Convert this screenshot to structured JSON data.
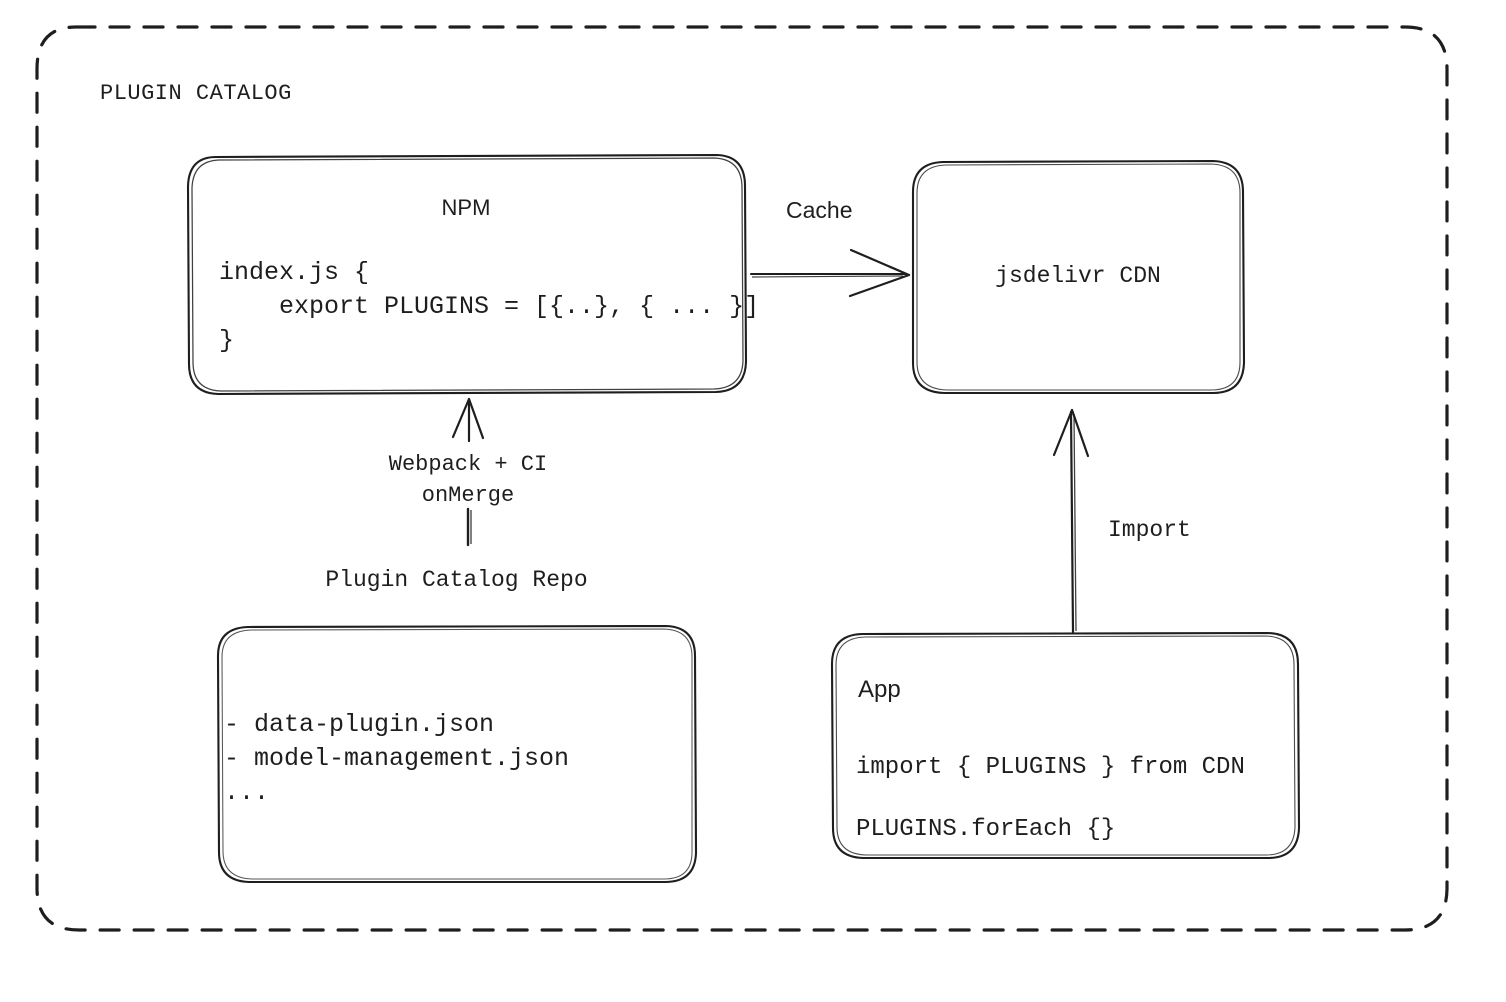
{
  "diagram": {
    "type": "architecture-flow",
    "style": "hand-drawn-sketch",
    "background": "#ffffff",
    "stroke": "#1e1e1e",
    "frame": {
      "label": "PLUGIN CATALOG",
      "border_style": "dashed",
      "name": "plugin-catalog-frame"
    },
    "nodes": [
      {
        "id": "npm",
        "title": "NPM",
        "title_font": "sans",
        "body_lines": [
          "index.js {",
          "    export PLUGINS = [{..}, { ... }]",
          "}"
        ],
        "shape": "rounded-rect"
      },
      {
        "id": "cdn",
        "title": "jsdelivr CDN",
        "title_font": "mono",
        "body_lines": [],
        "shape": "rounded-rect"
      },
      {
        "id": "repo",
        "title": "Plugin Catalog Repo",
        "title_position": "above-outside",
        "title_font": "mono",
        "body_lines": [
          "- data-plugin.json",
          "- model-management.json",
          "..."
        ],
        "shape": "rounded-rect"
      },
      {
        "id": "app",
        "title": "App",
        "title_font": "sans",
        "body_lines": [
          "import { PLUGINS } from CDN",
          "PLUGINS.forEach {}"
        ],
        "shape": "rounded-rect"
      }
    ],
    "edges": [
      {
        "id": "npm-to-cdn",
        "from": "npm",
        "to": "cdn",
        "label": "Cache",
        "label_font": "sans",
        "direction": "right",
        "arrowhead": "end"
      },
      {
        "id": "repo-to-npm",
        "from": "repo",
        "to": "npm",
        "label": "Webpack + CI\nonMerge",
        "label_font": "mono",
        "direction": "up",
        "arrowhead": "end"
      },
      {
        "id": "app-to-cdn",
        "from": "app",
        "to": "cdn",
        "label": "Import",
        "label_font": "mono",
        "direction": "up",
        "arrowhead": "end"
      }
    ]
  },
  "labels": {
    "frame_title": "PLUGIN CATALOG",
    "npm_title": "NPM",
    "npm_code": "index.js {\n    export PLUGINS = [{..}, { ... }]\n}",
    "cdn_title": "jsdelivr CDN",
    "cache_edge": "Cache",
    "webpack_edge": "Webpack + CI\nonMerge",
    "repo_title": "Plugin Catalog Repo",
    "repo_files": "- data-plugin.json\n- model-management.json\n...",
    "app_title": "App",
    "app_code": "import { PLUGINS } from CDN\nPLUGINS.forEach {}",
    "import_edge": "Import"
  }
}
